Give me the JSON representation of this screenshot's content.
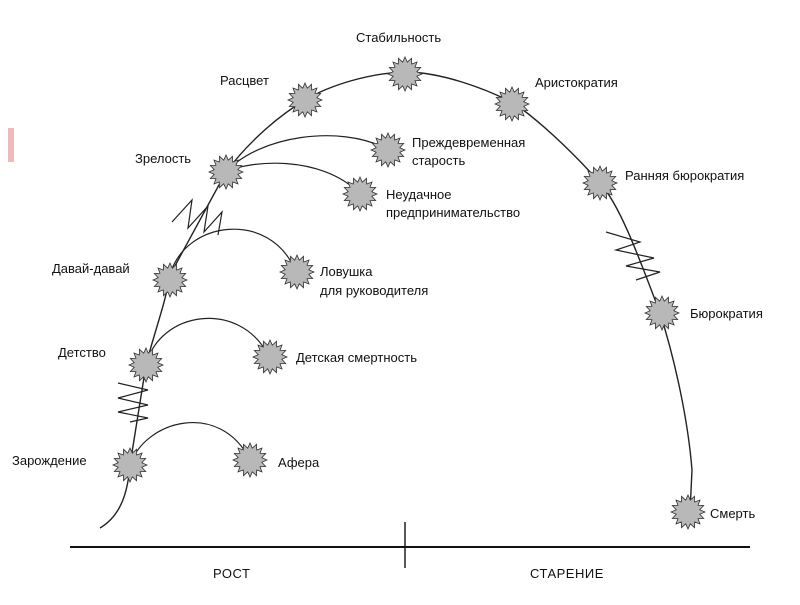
{
  "stages": [
    {
      "id": "zarozhdenie",
      "label": "Зарождение"
    },
    {
      "id": "detstvo",
      "label": "Детство"
    },
    {
      "id": "davai",
      "label": "Давай-давай"
    },
    {
      "id": "zrelost",
      "label": "Зрелость"
    },
    {
      "id": "rascvet",
      "label": "Расцвет"
    },
    {
      "id": "stabilnost",
      "label": "Стабильность"
    },
    {
      "id": "aristokratiya",
      "label": "Аристократия"
    },
    {
      "id": "rannyaya",
      "label": "Ранняя бюрократия"
    },
    {
      "id": "byurokratiya",
      "label": "Бюрократия"
    },
    {
      "id": "smert",
      "label": "Смерть"
    }
  ],
  "traps": [
    {
      "id": "afera",
      "label": "Афера"
    },
    {
      "id": "detskaya",
      "label": "Детская смертность"
    },
    {
      "id": "lovushka",
      "lines": [
        "Ловушка",
        "для руководителя"
      ]
    },
    {
      "id": "neudachnoe",
      "lines": [
        "Неудачное",
        "предпринимательство"
      ]
    },
    {
      "id": "prezhdevremennaya",
      "lines": [
        "Преждевременная",
        "старость"
      ]
    }
  ],
  "axis": {
    "left_label": "РОСТ",
    "right_label": "СТАРЕНИЕ"
  },
  "colors": {
    "node_fill": "#b8b8b8",
    "line": "#222222",
    "margin_mark": "#f2b8b8"
  }
}
